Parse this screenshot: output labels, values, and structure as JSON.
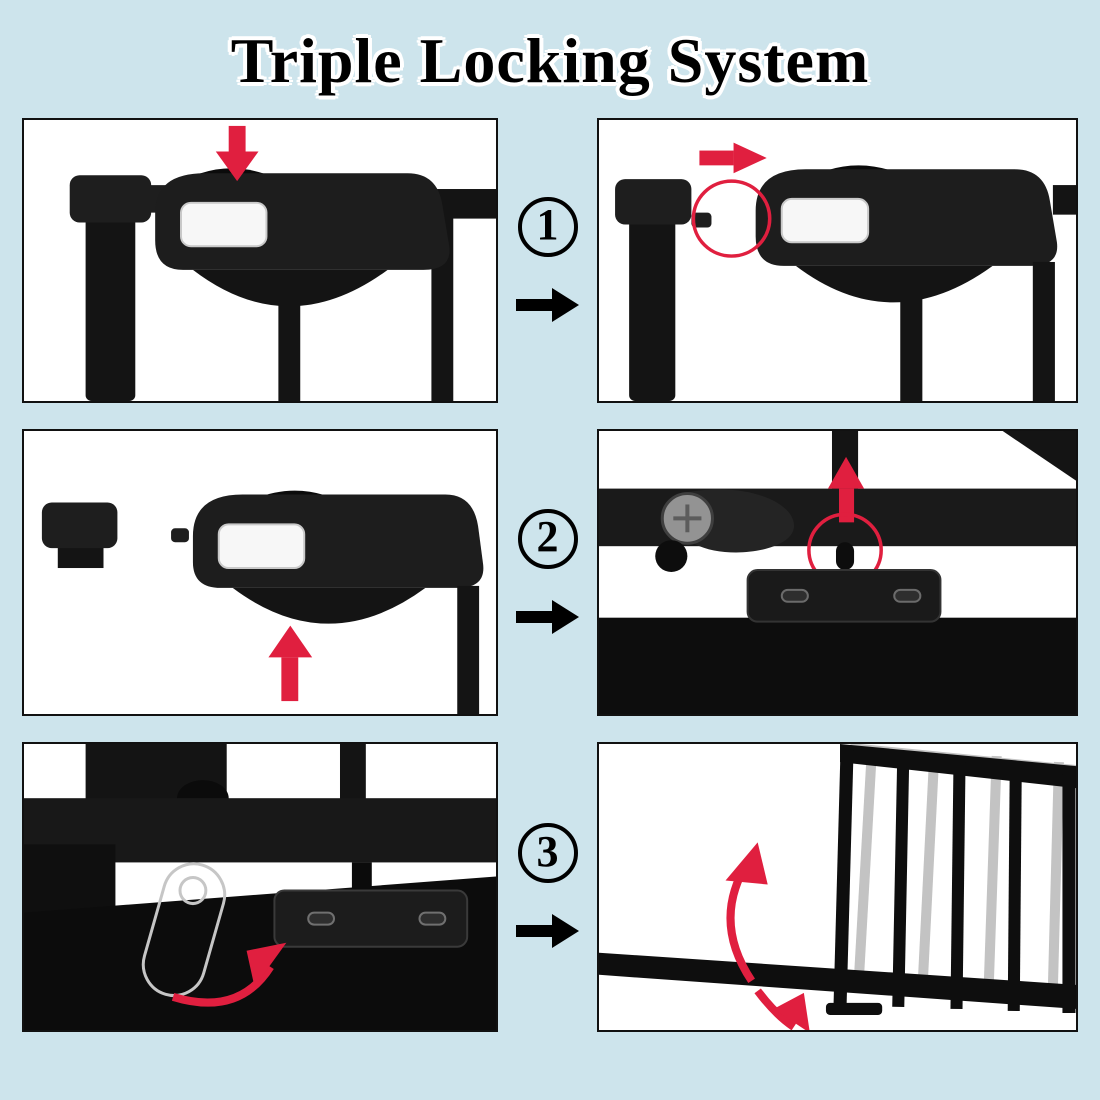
{
  "title": "Triple Locking System",
  "steps": [
    {
      "number": "1"
    },
    {
      "number": "2"
    },
    {
      "number": "3"
    }
  ],
  "icons": {
    "next_step_arrow": "right-arrow",
    "press_down_arrow": "down-arrow",
    "slide_right_arrow": "right-arrow",
    "lift_up_arrow": "up-arrow",
    "release_up_arrow": "up-arrow",
    "rotate_arrow": "curved-arrow",
    "swing_arrow": "curved-arrow",
    "highlight_circle": "circle-outline"
  },
  "colors": {
    "background": "#cde4ec",
    "panel_bg": "#ffffff",
    "panel_border": "#111111",
    "accent_red": "#e01f3f",
    "gate_dark": "#141414"
  }
}
